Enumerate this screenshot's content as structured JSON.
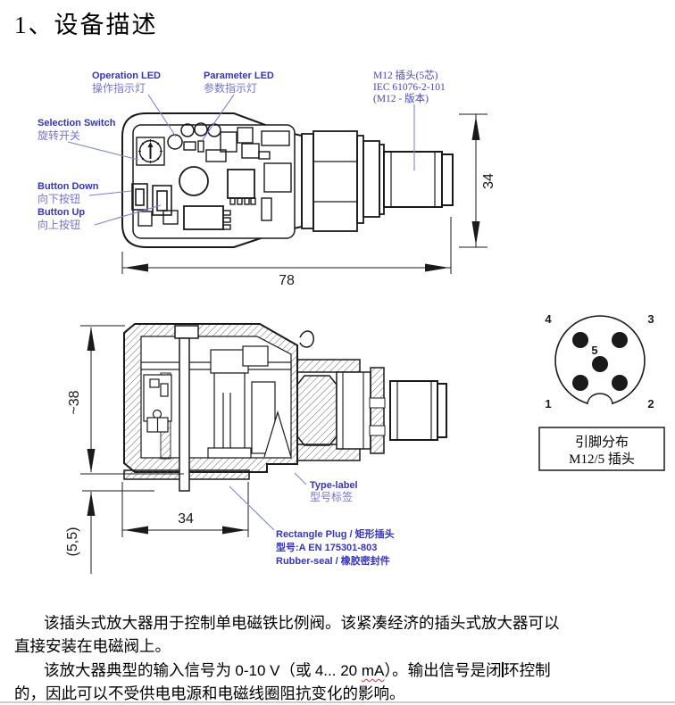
{
  "page": {
    "title": "1、设备描述"
  },
  "fig1": {
    "labels": {
      "operation_led_en": "Operation LED",
      "operation_led_zh": "操作指示灯",
      "parameter_led_en": "Parameter LED",
      "parameter_led_zh": "参数指示灯",
      "selection_switch_en": "Selection Switch",
      "selection_switch_zh": "旋转开关",
      "button_down_en": "Button Down",
      "button_down_zh": "向下按钮",
      "button_up_en": "Button Up",
      "button_up_zh": "向上按钮",
      "m12_line1": "M12 插头(5芯)",
      "m12_line2": "IEC 61076-2-101",
      "m12_line3": "(M12 - 版本)"
    },
    "dimensions": {
      "width": "78",
      "height": "34"
    }
  },
  "fig2": {
    "labels": {
      "type_label_en": "Type-label",
      "type_label_zh": "型号标签",
      "rect_plug_line1": "Rectangle Plug / 矩形插头",
      "rect_plug_line2": "型号:A EN 175301-803",
      "rect_plug_line3": "Rubber-seal / 橡胶密封件"
    },
    "dimensions": {
      "height": "~38",
      "width": "34",
      "seal": "(5,5)"
    }
  },
  "pinout": {
    "pin1": "1",
    "pin2": "2",
    "pin3": "3",
    "pin4": "4",
    "pin5": "5",
    "caption_line1": "引脚分布",
    "caption_line2": "M12/5 插头"
  },
  "body_text": {
    "p1_line1": "该插头式放大器用于控制单电磁铁比例阀。该紧凑经济的插头式放大器可以",
    "p1_line2": "直接安装在电磁阀上。",
    "p2_line1_a": "该放大器典型的输入信号为 ",
    "p2_line1_b": "0-10 V",
    "p2_line1_c": "（或  ",
    "p2_line1_d": "4... 20 ",
    "p2_line1_ma": "mA",
    "p2_line1_e": "）。输出信号是闭",
    "p2_line1_f": "环控制",
    "p2_line2": "的，因此可以不受供电电源和电磁线圈阻抗变化的影响。"
  },
  "colors": {
    "label_blue": "#3333cc",
    "label_blue_light": "#7373d8",
    "leader_blue": "#8080dc",
    "drawing_black": "#1a1a1a",
    "spellcheck_red": "#e03030"
  }
}
